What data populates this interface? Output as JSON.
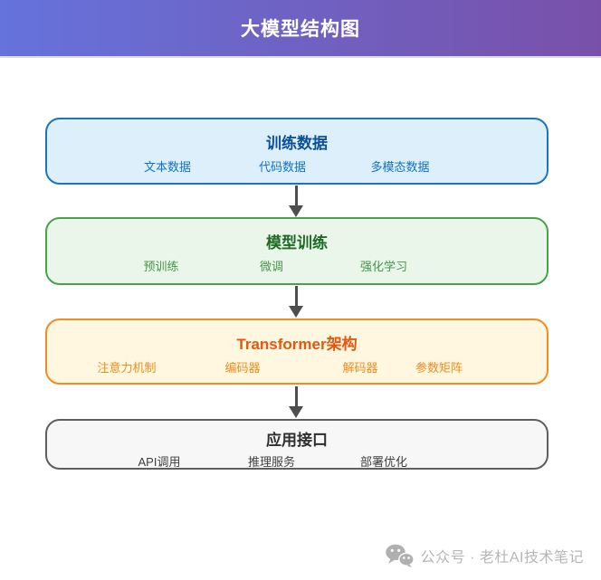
{
  "header": {
    "title": "大模型结构图"
  },
  "colors": {
    "header_gradient_from": "#6573dc",
    "header_gradient_to": "#7950a9",
    "arrow": "#4d4d4d",
    "footer_text": "#b6b6b6"
  },
  "diagram": {
    "nodes": [
      {
        "id": "training-data",
        "title": "训练数据",
        "items": [
          "文本数据",
          "代码数据",
          "多模态数据"
        ],
        "fill": "#ddeffb",
        "border": "#1b74c0",
        "title_color": "#0b4f9e",
        "item_color": "#1173c2"
      },
      {
        "id": "model-training",
        "title": "模型训练",
        "items": [
          "预训练",
          "微调",
          "强化学习"
        ],
        "fill": "#e9f6e9",
        "border": "#48a14c",
        "title_color": "#1e6b24",
        "item_color": "#46964b"
      },
      {
        "id": "transformer-architecture",
        "title": "Transformer架构",
        "items": [
          "注意力机制",
          "编码器",
          "解码器",
          "参数矩阵"
        ],
        "fill": "#fff7e0",
        "border": "#f68c1f",
        "title_color": "#e4570e",
        "item_color": "#f18c1e"
      },
      {
        "id": "application-interface",
        "title": "应用接口",
        "items": [
          "API调用",
          "推理服务",
          "部署优化"
        ],
        "fill": "#f7f7f7",
        "border": "#5f5f5f",
        "title_color": "#2e2e2e",
        "item_color": "#3f3f3f"
      }
    ]
  },
  "footer": {
    "label": "公众号 · 老杜AI技术笔记",
    "icon": "wechat-icon"
  }
}
